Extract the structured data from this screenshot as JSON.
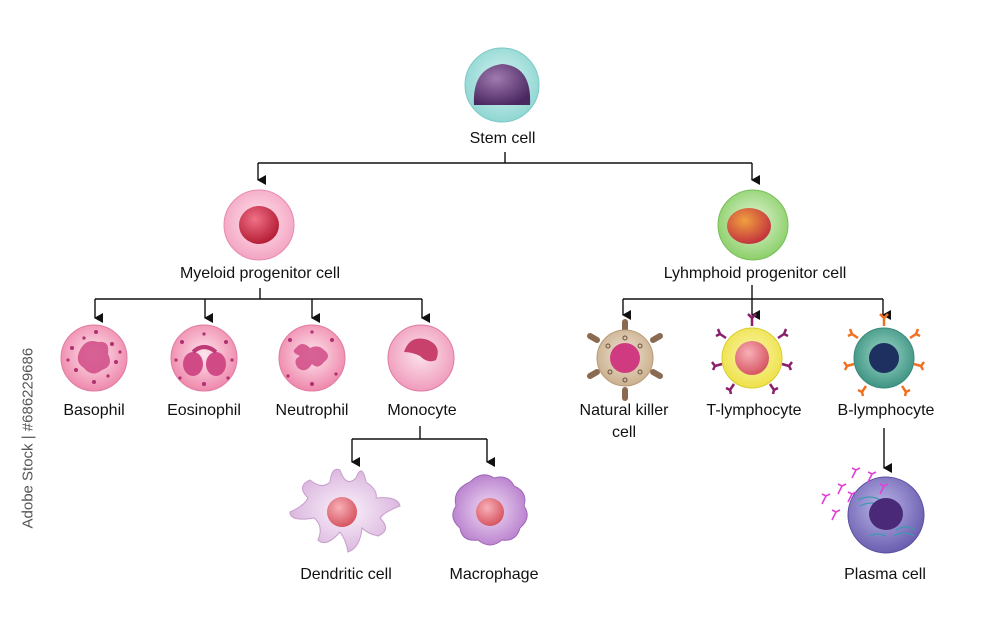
{
  "diagram": {
    "stem": "Stem cell",
    "myeloid": "Myeloid progenitor cell",
    "lymphoid": "Lyhmphoid progenitor cell",
    "basophil": "Basophil",
    "eosinophil": "Eosinophil",
    "neutrophil": "Neutrophil",
    "monocyte": "Monocyte",
    "nk_line1": "Natural killer",
    "nk_line2": "cell",
    "t_lymphocyte": "T-lymphocyte",
    "b_lymphocyte": "B-lymphocyte",
    "dendritic": "Dendritic cell",
    "macrophage": "Macrophage",
    "plasma": "Plasma cell"
  },
  "watermark": {
    "side_text": "Adobe Stock | #686229686"
  },
  "colors": {
    "stem_outer": "#9fe0dc",
    "stem_nucleus": "#6a3b7a",
    "myeloid_outer": "#f6b7cf",
    "myeloid_core": "#c8243c",
    "lymphoid_outer": "#a8dc8a",
    "lymphoid_core": "#d8642c",
    "granulocyte": "#f08cb0",
    "nk_body": "#d6c1a4",
    "t_ring": "#f3ec6a",
    "b_ring": "#54a89a",
    "plasma_body": "#8a80c8",
    "dendritic": "#e0bfe0",
    "macrophage": "#c08cd0",
    "arrow": "#111111"
  }
}
